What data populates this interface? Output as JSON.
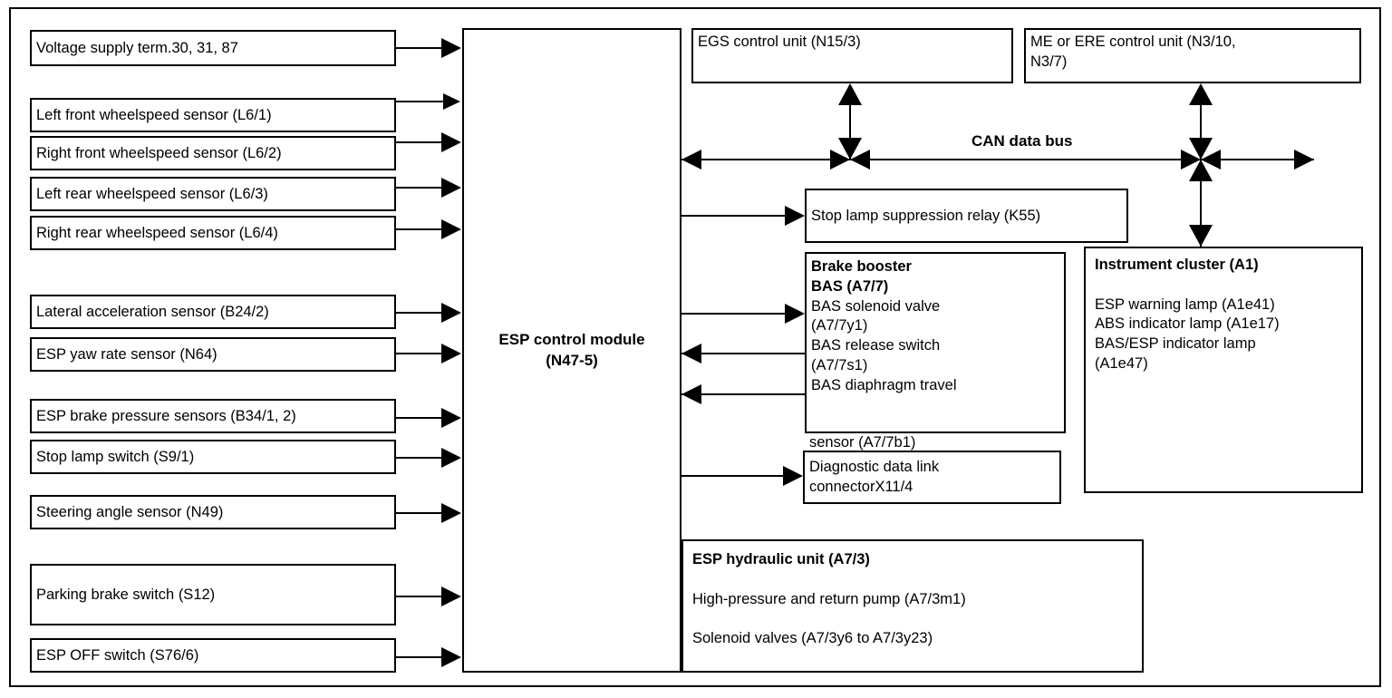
{
  "diagram": {
    "title": "ESP control module system block diagram",
    "bus_label": "CAN data bus",
    "colors": {
      "line": "#000000",
      "background": "#ffffff"
    }
  },
  "inputs": [
    {
      "label": "Voltage supply term.30, 31, 87"
    },
    {
      "label": "Left front wheelspeed sensor (L6/1)"
    },
    {
      "label": "Right front wheelspeed sensor (L6/2)"
    },
    {
      "label": "Left rear wheelspeed sensor (L6/3)"
    },
    {
      "label": "Right rear wheelspeed sensor (L6/4)"
    },
    {
      "label": "Lateral acceleration sensor (B24/2)"
    },
    {
      "label": "ESP yaw rate sensor (N64)"
    },
    {
      "label": "ESP brake pressure sensors (B34/1, 2)"
    },
    {
      "label": "Stop lamp switch (S9/1)"
    },
    {
      "label": "Steering angle sensor (N49)"
    },
    {
      "label": "Parking brake switch (S12)"
    },
    {
      "label": "ESP OFF switch (S76/6)"
    }
  ],
  "control_module": {
    "line1": "ESP control module",
    "line2": "(N47-5)"
  },
  "egs": {
    "label": "EGS control unit (N15/3)"
  },
  "me_ere": {
    "line1": "ME or ERE control unit (N3/10,",
    "line2": "N3/7)"
  },
  "stop_lamp_relay": {
    "label": "Stop lamp suppression relay (K55)"
  },
  "brake_booster": {
    "title_line1": "Brake booster",
    "title_line2": "BAS (A7/7)",
    "item1_line1": "BAS solenoid valve",
    "item1_line2": "(A7/7y1)",
    "item2_line1": "BAS release switch",
    "item2_line2": "(A7/7s1)",
    "item3_line1": "BAS diaphragm travel",
    "item3_line2": "sensor (A7/7b1)"
  },
  "diagnostic": {
    "line1": "Diagnostic data link",
    "line2": "connectorX11/4"
  },
  "instrument_cluster": {
    "title": "Instrument cluster (A1)",
    "lamp1": "ESP warning lamp (A1e41)",
    "lamp2": "ABS indicator lamp (A1e17)",
    "lamp3_line1": "BAS/ESP indicator lamp",
    "lamp3_line2": "(A1e47)"
  },
  "hydraulic_unit": {
    "title": "ESP hydraulic unit (A7/3)",
    "item1": "High-pressure and return pump (A7/3m1)",
    "item2": "Solenoid valves (A7/3y6 to A7/3y23)"
  }
}
